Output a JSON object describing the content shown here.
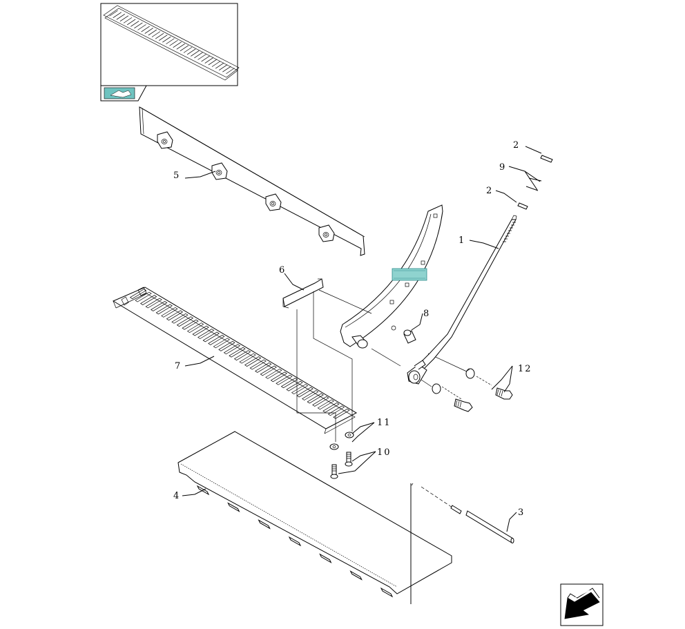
{
  "labels": {
    "p1": "1",
    "p2a": "2",
    "p2b": "2",
    "p3": "3",
    "p4": "4",
    "p5": "5",
    "p6": "6",
    "p7": "7",
    "p8": "8",
    "p9": "9",
    "p10": "10",
    "p11": "11",
    "p12": "12"
  },
  "colors": {
    "line": "#000000",
    "thumbnail_tag": "#6fc3c0",
    "highlight_tag": "#8fd3cf"
  },
  "icons": {
    "thumbnail": "assembly-thumbnail-icon",
    "nav": "previous-page-arrow-icon"
  }
}
